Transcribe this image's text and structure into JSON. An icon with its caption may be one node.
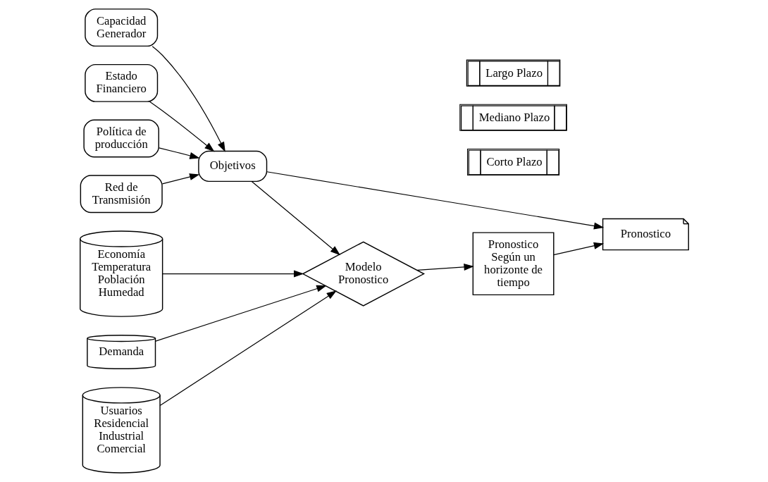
{
  "diagram": {
    "nodes": [
      {
        "text": [
          "Economía Temperatura Población Humedad"
        ]
      },
      {
        "text": [
          "Usuarios Residencial Industrial Comercial"
        ]
      },
      {
        "text": [
          "Demanda"
        ]
      },
      {
        "text": [
          "Largo Plazo"
        ]
      },
      {
        "text": [
          "Mediano Plazo"
        ]
      },
      {
        "text": [
          "Corto Plazo"
        ]
      },
      {
        "text": [
          "Red de Transmisión"
        ]
      },
      {
        "text": [
          "Capacidad Generador"
        ]
      },
      {
        "text": [
          "Estado Financiero"
        ]
      },
      {
        "text": [
          "Política de producción"
        ]
      },
      {
        "text": [
          "Objetivos"
        ]
      },
      {
        "text": [
          "Modelo Pronostico"
        ]
      },
      {
        "text": [
          "Pronostico Según un horizonte de tiempo"
        ]
      },
      {
        "text": [
          "Pronostico"
        ]
      }
    ],
    "edges": [
      {
        "from": 0,
        "to": 11,
        "arrow": "to"
      },
      {
        "from": 1,
        "to": 11,
        "arrow": "to"
      },
      {
        "from": 2,
        "to": 11,
        "arrow": "to"
      },
      {
        "from": 6,
        "to": 10,
        "arrow": "to"
      },
      {
        "from": 7,
        "to": 10,
        "arrow": "to"
      },
      {
        "from": 8,
        "to": 10,
        "arrow": "to"
      },
      {
        "from": 9,
        "to": 10,
        "arrow": "to"
      },
      {
        "from": 10,
        "to": 11,
        "arrow": "to"
      },
      {
        "from": 11,
        "to": 12,
        "arrow": "to"
      },
      {
        "from": 12,
        "to": 13,
        "arrow": "to"
      },
      {
        "from": 10,
        "to": 13,
        "arrow": "to"
      }
    ]
  }
}
